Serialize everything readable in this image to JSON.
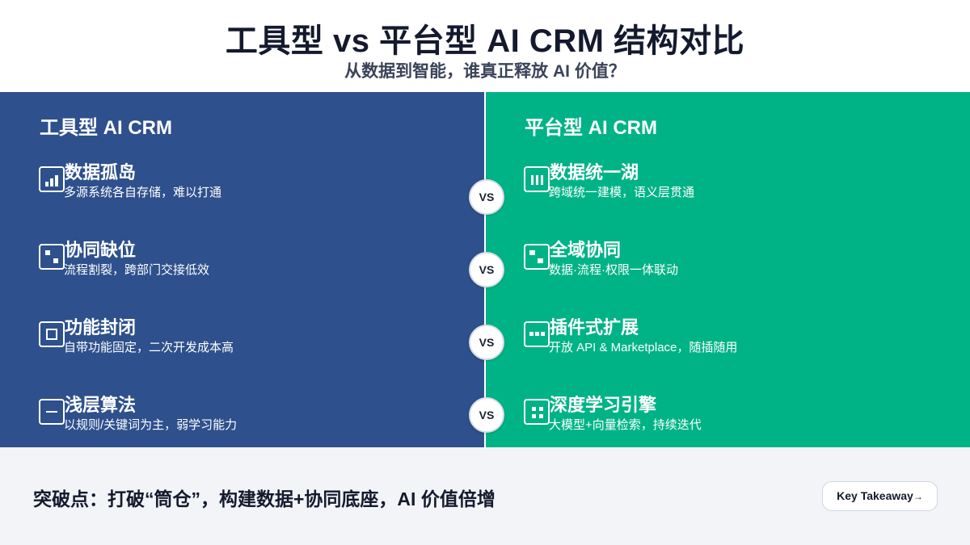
{
  "header": {
    "title": "工具型 vs 平台型 AI CRM 结构对比",
    "subtitle": "从数据到智能，谁真正释放 AI 价值？"
  },
  "colors": {
    "left_panel": "#2e508c",
    "right_panel": "#00b386",
    "footer_bg": "#f2f4f7",
    "title_text": "#141a2e"
  },
  "left": {
    "title": "工具型 AI CRM",
    "items": [
      {
        "icon": "bar-chart-icon",
        "title": "数据孤岛",
        "desc": "多源系统各自存储，难以打通"
      },
      {
        "icon": "dice-icon",
        "title": "协同缺位",
        "desc": "流程割裂，跨部门交接低效"
      },
      {
        "icon": "square-icon",
        "title": "功能封闭",
        "desc": "自带功能固定，二次开发成本高"
      },
      {
        "icon": "minus-icon",
        "title": "浅层算法",
        "desc": "以规则/关键词为主，弱学习能力"
      }
    ]
  },
  "right": {
    "title": "平台型 AI CRM",
    "items": [
      {
        "icon": "columns-icon",
        "title": "数据统一湖",
        "desc": "跨域统一建模，语义层贯通"
      },
      {
        "icon": "steps-icon",
        "title": "全域协同",
        "desc": "数据·流程·权限一体联动"
      },
      {
        "icon": "more-icon",
        "title": "插件式扩展",
        "desc": "开放 API & Marketplace，随插随用"
      },
      {
        "icon": "grid-icon",
        "title": "深度学习引擎",
        "desc": "大模型+向量检索，持续迭代"
      }
    ]
  },
  "vs_label": "VS",
  "footer": {
    "takeaway": "突破点：打破“筒仓”，构建数据+协同底座，AI 价值倍增",
    "button_label": "Key Takeaway",
    "button_arrow": "→"
  }
}
